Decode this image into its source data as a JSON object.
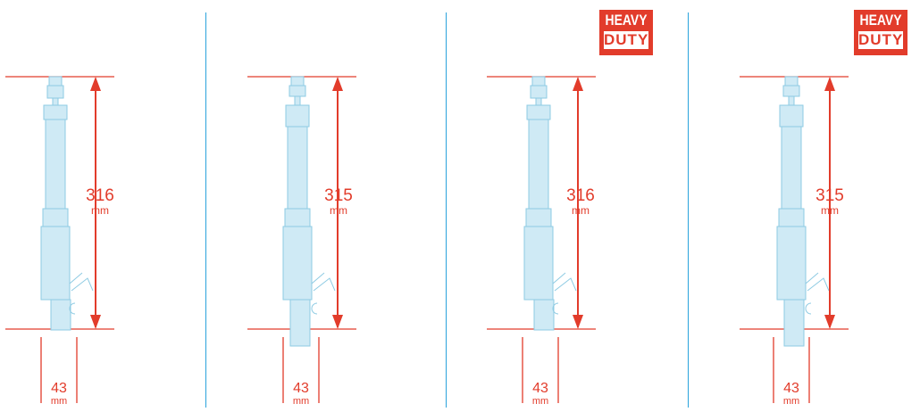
{
  "diagrams": [
    {
      "height_value": "316",
      "height_unit": "mm",
      "diameter_value": "43",
      "diameter_unit": "mm",
      "variant": "short-body",
      "badge": null
    },
    {
      "height_value": "315",
      "height_unit": "mm",
      "diameter_value": "43",
      "diameter_unit": "mm",
      "variant": "long-body",
      "badge": null
    },
    {
      "height_value": "316",
      "height_unit": "mm",
      "diameter_value": "43",
      "diameter_unit": "mm",
      "variant": "short-body",
      "badge": {
        "top": "HEAVY",
        "bottom": "DUTY"
      }
    },
    {
      "height_value": "315",
      "height_unit": "mm",
      "diameter_value": "43",
      "diameter_unit": "mm",
      "variant": "long-body",
      "badge": {
        "top": "HEAVY",
        "bottom": "DUTY"
      }
    }
  ],
  "colors": {
    "dimension": "#e23c2b",
    "divider": "#2aa3dc",
    "shock_fill": "#cfeaf5",
    "shock_stroke": "#8ecbe3",
    "badge_bg": "#e23c2b",
    "badge_text": "#ffffff"
  }
}
